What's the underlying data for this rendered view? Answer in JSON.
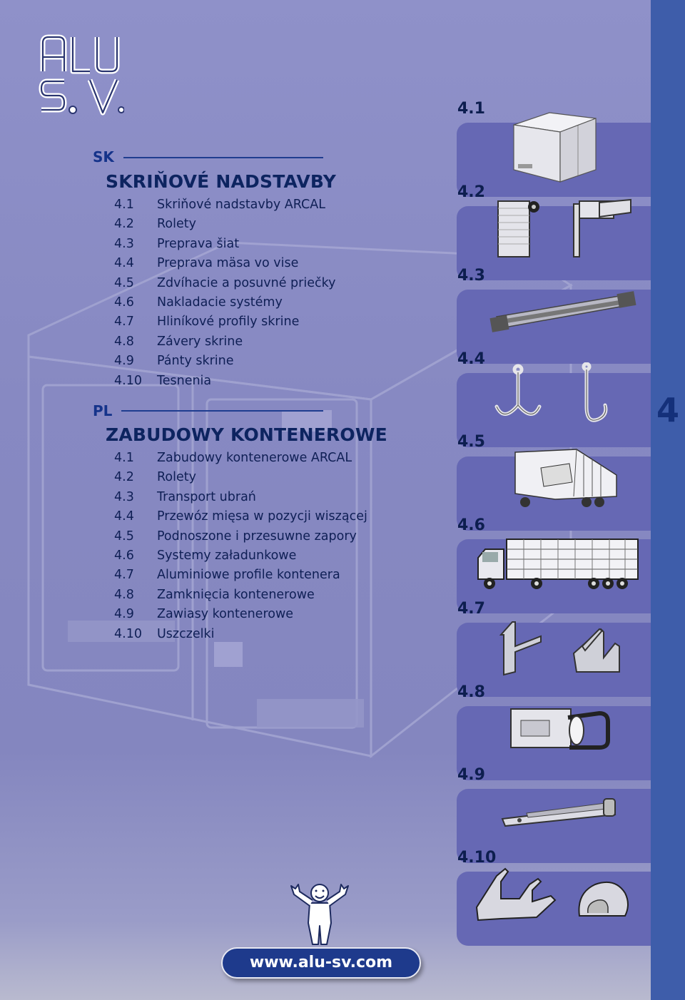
{
  "logo": {
    "lettering": "ALU S.V."
  },
  "chapter_number": "4",
  "sk": {
    "lang_label": "SK",
    "title": "SKRIŇOVÉ NADSTAVBY",
    "items": [
      {
        "num": "4.1",
        "label": "Skriňové nadstavby ARCAL"
      },
      {
        "num": "4.2",
        "label": "Rolety"
      },
      {
        "num": "4.3",
        "label": "Preprava šiat"
      },
      {
        "num": "4.4",
        "label": "Preprava mäsa vo vise"
      },
      {
        "num": "4.5",
        "label": "Zdvíhacie a posuvné priečky"
      },
      {
        "num": "4.6",
        "label": "Nakladacie systémy"
      },
      {
        "num": "4.7",
        "label": "Hliníkové profily skrine"
      },
      {
        "num": "4.8",
        "label": "Závery skrine"
      },
      {
        "num": "4.9",
        "label": "Pánty skrine"
      },
      {
        "num": "4.10",
        "label": "Tesnenia"
      }
    ]
  },
  "pl": {
    "lang_label": "PL",
    "title": "ZABUDOWY KONTENEROWE",
    "items": [
      {
        "num": "4.1",
        "label": "Zabudowy kontenerowe ARCAL"
      },
      {
        "num": "4.2",
        "label": "Rolety"
      },
      {
        "num": "4.3",
        "label": "Transport ubrań"
      },
      {
        "num": "4.4",
        "label": "Przewóz mięsa w pozycji wiszącej"
      },
      {
        "num": "4.5",
        "label": "Podnoszone i przesuwne zapory"
      },
      {
        "num": "4.6",
        "label": "Systemy załadunkowe"
      },
      {
        "num": "4.7",
        "label": "Aluminiowe profile kontenera"
      },
      {
        "num": "4.8",
        "label": "Zamknięcia kontenerowe"
      },
      {
        "num": "4.9",
        "label": "Zawiasy kontenerowe"
      },
      {
        "num": "4.10",
        "label": "Uszczelki"
      }
    ]
  },
  "sections": [
    {
      "label": "4.1",
      "icon": "box-body-icon"
    },
    {
      "label": "4.2",
      "icon": "roller-shutter-icon"
    },
    {
      "label": "4.3",
      "icon": "clothes-rail-icon"
    },
    {
      "label": "4.4",
      "icon": "meat-hook-icon"
    },
    {
      "label": "4.5",
      "icon": "partition-trailer-icon"
    },
    {
      "label": "4.6",
      "icon": "loading-truck-icon"
    },
    {
      "label": "4.7",
      "icon": "aluminium-profile-icon"
    },
    {
      "label": "4.8",
      "icon": "door-lock-icon"
    },
    {
      "label": "4.9",
      "icon": "door-hinge-icon"
    },
    {
      "label": "4.10",
      "icon": "rubber-seal-icon"
    }
  ],
  "website": "www.alu-sv.com",
  "colors": {
    "background": "#8a8cc4",
    "sidebar": "#3e5daa",
    "tile": "#6668b4",
    "heading": "#0d2460",
    "accent": "#15338a"
  }
}
